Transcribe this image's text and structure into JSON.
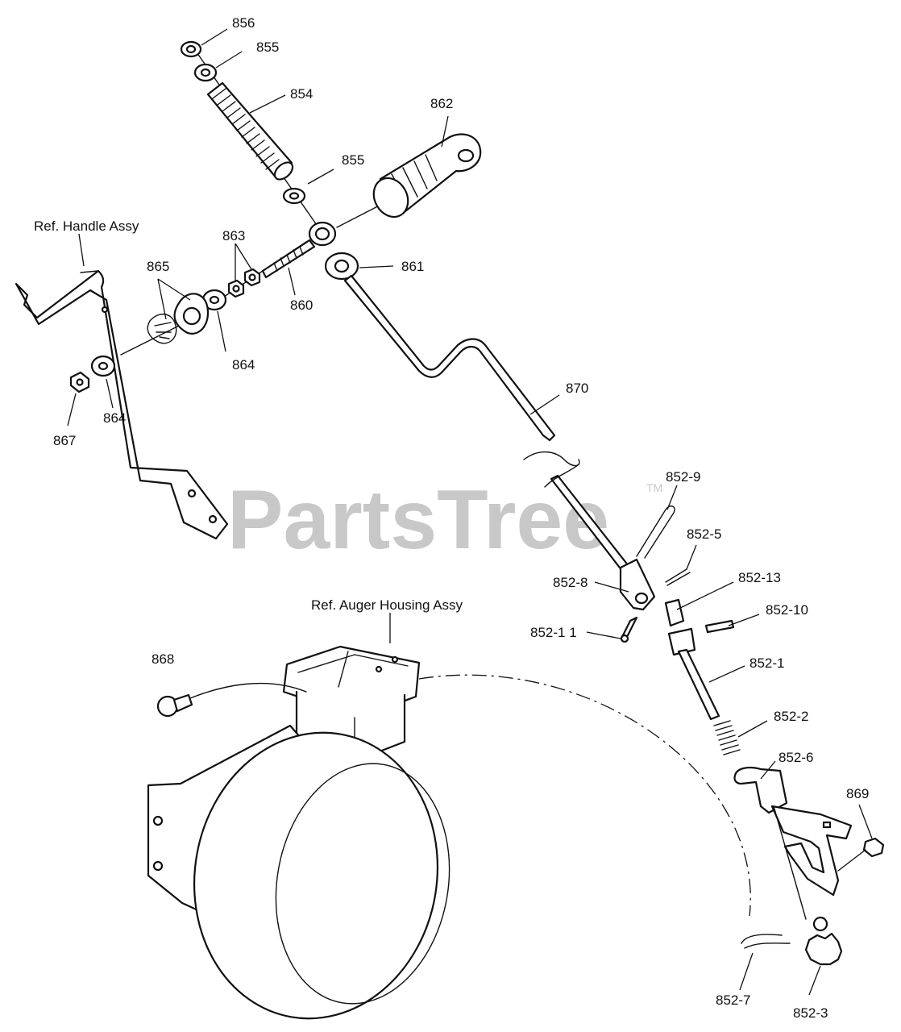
{
  "watermark": {
    "text": "PartsTree",
    "trademark": "TM"
  },
  "refs": {
    "handle": "Ref. Handle Assy",
    "auger": "Ref. Auger Housing Assy"
  },
  "callouts": {
    "c856": "856",
    "c855a": "855",
    "c854": "854",
    "c862": "862",
    "c855b": "855",
    "c863": "863",
    "c865": "865",
    "c861": "861",
    "c860": "860",
    "c864a": "864",
    "c864b": "864",
    "c867": "867",
    "c870": "870",
    "c852_9": "852-9",
    "c852_5": "852-5",
    "c852_8": "852-8",
    "c852_13": "852-13",
    "c852_10": "852-10",
    "c852_11": "852-1 1",
    "c852_1": "852-1",
    "c868": "868",
    "c852_2": "852-2",
    "c852_6": "852-6",
    "c869": "869",
    "c852_7": "852-7",
    "c852_3": "852-3"
  }
}
